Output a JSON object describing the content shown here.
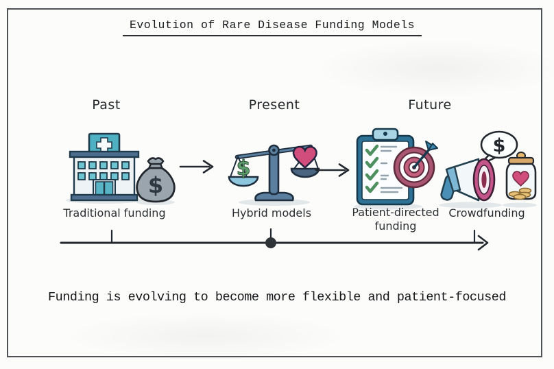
{
  "title": "Evolution of Rare Disease Funding Models",
  "stages": [
    {
      "label": "Past",
      "caption": "Traditional funding",
      "icons": [
        "hospital-icon",
        "money-bag-icon"
      ]
    },
    {
      "label": "Present",
      "caption": "Hybrid models",
      "icons": [
        "balance-scale-icon",
        "dollar-pan-icon",
        "heart-pan-icon"
      ]
    },
    {
      "label": "Future",
      "caption_primary": "Patient-directed funding",
      "caption_secondary": "Crowdfunding",
      "icons": [
        "clipboard-checklist-icon",
        "target-dart-icon",
        "megaphone-icon",
        "speech-bubble-dollar-icon",
        "donation-jar-icon"
      ]
    }
  ],
  "footer": "Funding is evolving to become more flexible and patient-focused",
  "symbols": {
    "dollar": "$"
  },
  "colors": {
    "ink": "#24282b",
    "teal": "#4fb0c1",
    "window_teal": "#6fc3d0",
    "slate": "#4d6e8f",
    "scale_slate": "#5b7f9e",
    "pan_light_blue": "#8ec6dd",
    "pan_dark": "#4a6580",
    "heart_pink": "#d14d7b",
    "dollar_green": "#5e9e6e",
    "bag_gray": "#9aa5ad",
    "clipboard_teal": "#2e7396",
    "check_green": "#4e8f5e",
    "target_maroon": "#a85672",
    "target_pink": "#c2607e",
    "megaphone_magenta": "#c4558a",
    "handle_blue": "#4a8fb5",
    "coin_gold": "#e8c178",
    "lid_tan": "#d9a96a"
  }
}
